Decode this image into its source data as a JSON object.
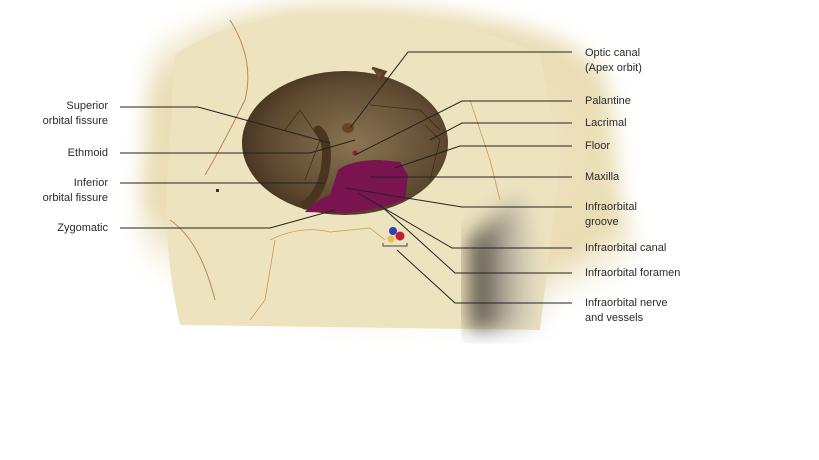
{
  "left_labels": [
    {
      "line1": "Superior",
      "line2": "orbital fissure"
    },
    {
      "line1": "Ethmoid"
    },
    {
      "line1": "Inferior",
      "line2": "orbital fissure"
    },
    {
      "line1": "Zygomatic"
    }
  ],
  "right_labels": [
    {
      "line1": "Optic canal",
      "line2": "(Apex orbit)"
    },
    {
      "line1": "Palantine"
    },
    {
      "line1": "Lacrimal"
    },
    {
      "line1": "Floor"
    },
    {
      "line1": "Maxilla"
    },
    {
      "line1": "Infraorbital",
      "line2": "groove"
    },
    {
      "line1": "Infraorbital canal"
    },
    {
      "line1": "Infraorbital foramen"
    },
    {
      "line1": "Infraorbital nerve",
      "line2": "and vessels"
    }
  ],
  "colors": {
    "bone": "#efe6c4",
    "orbit": "#5e4a30",
    "maxilla": "#7a1450",
    "leader": "#222222"
  }
}
